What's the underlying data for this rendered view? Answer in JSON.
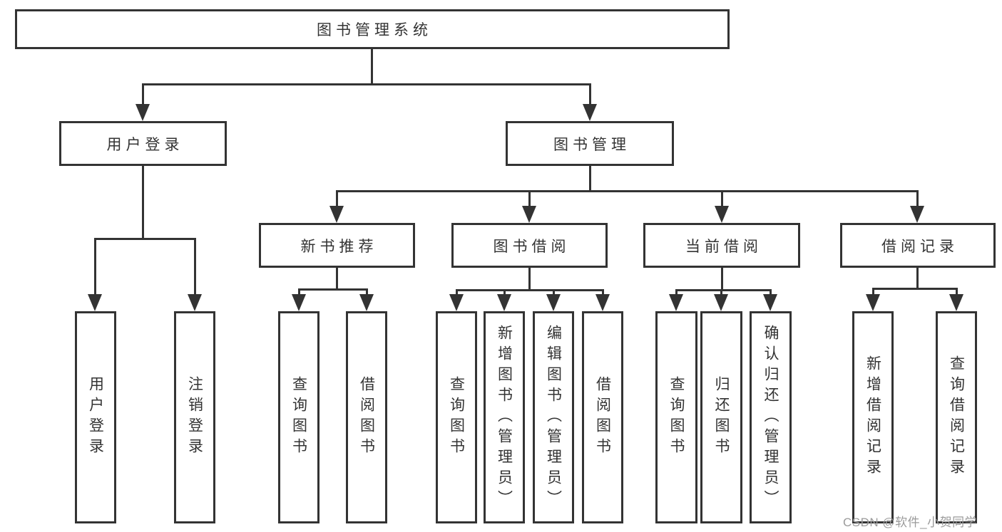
{
  "title": "图书管理系统",
  "colors": {
    "line": "#333333",
    "text": "#333333",
    "bg": "#ffffff",
    "watermark": "#9b9b9b"
  },
  "nodes": {
    "root": "图书管理系统",
    "level2": [
      "用户登录",
      "图书管理"
    ],
    "level3": [
      "新书推荐",
      "图书借阅",
      "当前借阅",
      "借阅记录"
    ],
    "leaves": [
      "用户登录",
      "注销登录",
      "查询图书",
      "借阅图书",
      "查询图书",
      "新增图书（管理员）",
      "编辑图书（管理员）",
      "借阅图书",
      "查询图书",
      "归还图书",
      "确认归还（管理员）",
      "新增借阅记录",
      "查询借阅记录"
    ]
  },
  "hierarchy": {
    "图书管理系统": {
      "用户登录": [
        "用户登录",
        "注销登录"
      ],
      "图书管理": {
        "新书推荐": [
          "查询图书",
          "借阅图书"
        ],
        "图书借阅": [
          "查询图书",
          "新增图书（管理员）",
          "编辑图书（管理员）",
          "借阅图书"
        ],
        "当前借阅": [
          "查询图书",
          "归还图书",
          "确认归还（管理员）"
        ],
        "借阅记录": [
          "新增借阅记录",
          "查询借阅记录"
        ]
      }
    }
  },
  "watermark": "CSDN @软件_小贺同学"
}
